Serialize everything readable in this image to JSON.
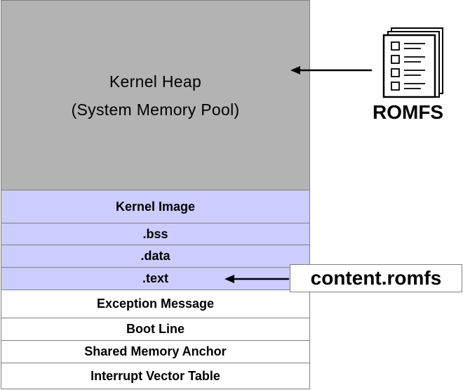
{
  "heap": {
    "line1": "Kernel Heap",
    "line2": "(System Memory Pool)"
  },
  "sections": [
    {
      "label": "Kernel Image",
      "fill": "#ccccff"
    },
    {
      "label": ".bss",
      "fill": "#ccccff"
    },
    {
      "label": ".data",
      "fill": "#ccccff"
    },
    {
      "label": ".text",
      "fill": "#ccccff"
    },
    {
      "label": "Exception Message",
      "fill": "#ffffff"
    },
    {
      "label": "Boot Line",
      "fill": "#ffffff"
    },
    {
      "label": "Shared Memory Anchor",
      "fill": "#ffffff"
    },
    {
      "label": "Interrupt Vector Table",
      "fill": "#ffffff"
    }
  ],
  "romfs": {
    "label": "ROMFS",
    "icon": "document-checklist-icon"
  },
  "content_file": {
    "label": "content.romfs"
  },
  "colors": {
    "heap": "#b3b3b3",
    "kernel_image": "#ccccff",
    "border": "#808080"
  }
}
